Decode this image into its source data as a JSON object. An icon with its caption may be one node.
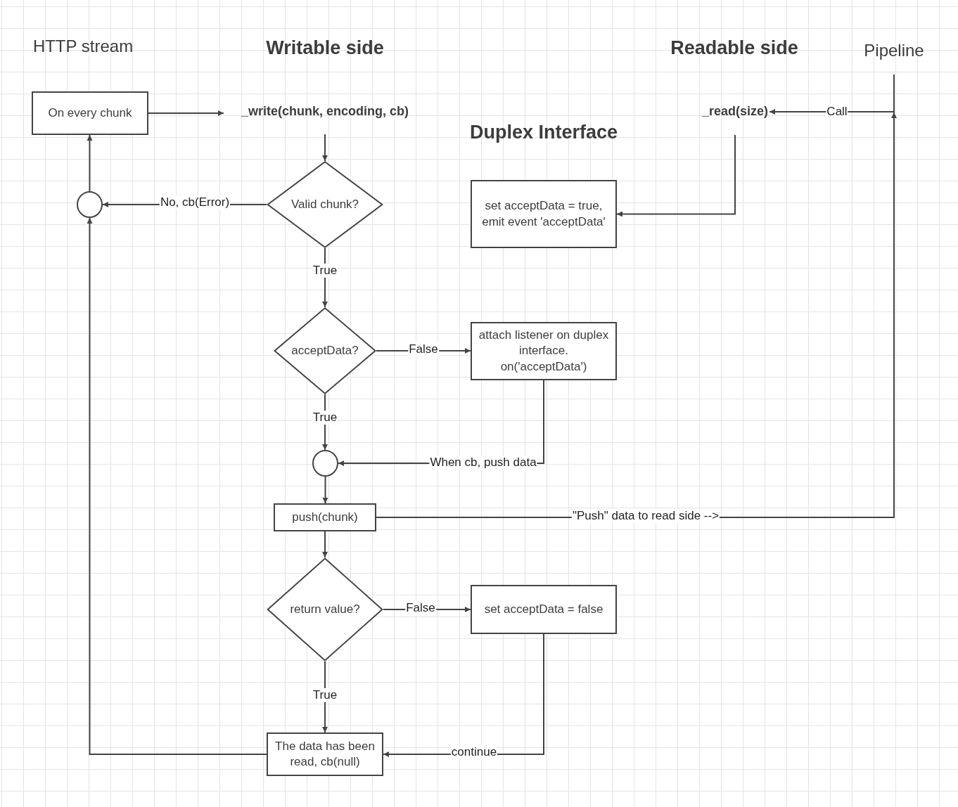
{
  "diagram": {
    "nodes": [
      {
        "text": [
          "On every chunk"
        ]
      },
      {
        "text": [
          "_write(chunk, encoding, cb)"
        ]
      },
      {
        "text": [
          "Valid chunk?"
        ]
      },
      {
        "text": [],
        "shape": "circle"
      },
      {
        "text": [
          "_read(size)"
        ]
      },
      {
        "text": [
          "Pipeline"
        ]
      },
      {
        "text": [
          "set acceptData = true, emit event 'acceptData'"
        ]
      },
      {
        "text": [
          "acceptData?"
        ]
      },
      {
        "text": [
          "attach listener on duplex interface. on('acceptData')"
        ]
      },
      {
        "text": [],
        "shape": "circle"
      },
      {
        "text": [
          "push(chunk)"
        ]
      },
      {
        "text": [
          "return value?"
        ]
      },
      {
        "text": [
          "set acceptData = false"
        ]
      },
      {
        "text": [
          "The data has been read, cb(null)"
        ]
      }
    ],
    "edges": [
      {
        "from": 0,
        "to": 1,
        "arrow": "to"
      },
      {
        "from": 1,
        "to": 2,
        "arrow": "to"
      },
      {
        "from": 2,
        "to": 3,
        "arrow": "to",
        "label": "No, cb(Error)"
      },
      {
        "from": 3,
        "to": 0,
        "arrow": "to"
      },
      {
        "from": 4,
        "to": 6,
        "arrow": "to"
      },
      {
        "from": 5,
        "to": 4,
        "arrow": "to",
        "label": "Call"
      },
      {
        "from": 2,
        "to": 7,
        "arrow": "to",
        "label": "True"
      },
      {
        "from": 7,
        "to": 8,
        "arrow": "to",
        "label": "False"
      },
      {
        "from": 7,
        "to": 9,
        "arrow": "to",
        "label": "True"
      },
      {
        "from": 8,
        "to": 9,
        "arrow": "to",
        "label": "When cb, push data"
      },
      {
        "from": 9,
        "to": 10,
        "arrow": "to"
      },
      {
        "from": 10,
        "to": 5,
        "arrow": "to",
        "label": "\"Push\" data to read side -->"
      },
      {
        "from": 10,
        "to": 11,
        "arrow": "to"
      },
      {
        "from": 11,
        "to": 12,
        "arrow": "to",
        "label": "False"
      },
      {
        "from": 11,
        "to": 13,
        "arrow": "to",
        "label": "True"
      },
      {
        "from": 12,
        "to": 13,
        "arrow": "to",
        "label": "continue"
      },
      {
        "from": 13,
        "to": 3,
        "arrow": "to"
      }
    ],
    "labels": [
      "HTTP stream",
      "Writable side",
      "Readable side",
      "Duplex Interface"
    ]
  }
}
